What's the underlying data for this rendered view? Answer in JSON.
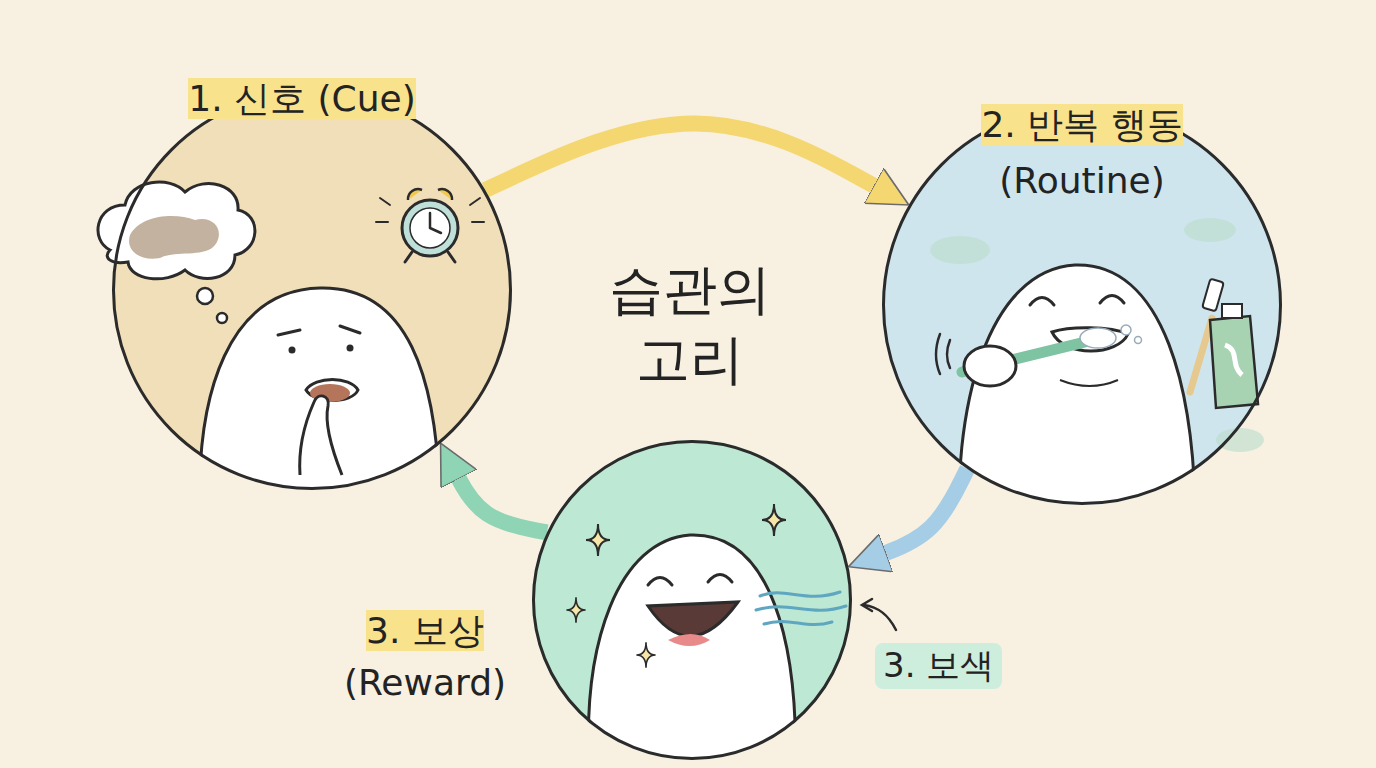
{
  "diagram": {
    "title": "습관의 고리",
    "nodes": [
      {
        "text": [
          "1. 신호 (Cue)"
        ]
      },
      {
        "text": [
          "2. 반복 행동 (Routine)"
        ]
      },
      {
        "text": [
          "3. 보상 (Reward)"
        ]
      }
    ],
    "edges": [
      {
        "from": 0,
        "to": 1,
        "arrow": "to"
      },
      {
        "from": 1,
        "to": 2,
        "arrow": "to"
      },
      {
        "from": 2,
        "to": 0,
        "arrow": "to"
      }
    ],
    "labels": [
      "3. 보색"
    ]
  }
}
